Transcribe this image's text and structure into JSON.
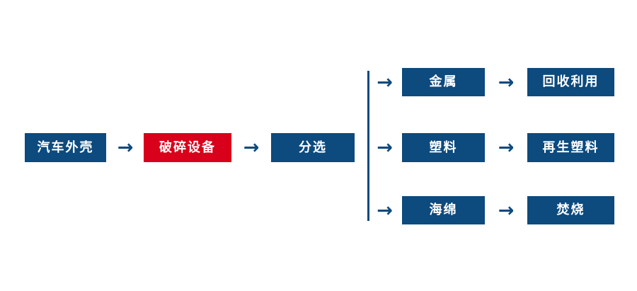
{
  "colors": {
    "blue": "#0d4a7d",
    "red": "#d9001b"
  },
  "flow": {
    "arrow_glyph": "→",
    "source": {
      "label": "汽车外壳"
    },
    "process": {
      "label": "破碎设备"
    },
    "sort": {
      "label": "分选"
    },
    "branches": [
      {
        "material": "金属",
        "result": "回收利用"
      },
      {
        "material": "塑料",
        "result": "再生塑料"
      },
      {
        "material": "海绵",
        "result": "焚烧"
      }
    ]
  }
}
